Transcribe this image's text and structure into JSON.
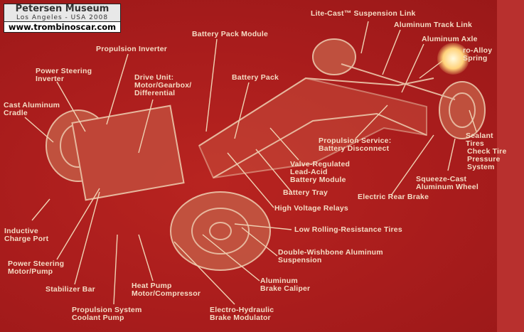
{
  "watermark": {
    "title": "Petersen Museum",
    "subtitle": "Los Angeles - USA 2008",
    "url": "www.trombinoscar.com"
  },
  "labels": {
    "lite_cast": "Lite-Cast™ Suspension Link",
    "track_link": "Aluminum Track Link",
    "axle": "Aluminum Axle",
    "spring": "ro-Alloy\nSpring",
    "battery_pack_module": "Battery Pack Module",
    "propulsion_inverter": "Propulsion Inverter",
    "power_steering_inverter": "Power Steering\nInverter",
    "drive_unit": "Drive Unit:\nMotor/Gearbox/\nDifferential",
    "battery_pack": "Battery Pack",
    "cast_cradle": "Cast Aluminum\nCradle",
    "propulsion_service": "Propulsion Service:\nBattery Disconnect",
    "sealant_tires": "Sealant\nTires",
    "check_tire": "Check Tire\nPressure\nSystem",
    "vrla": "Valve-Regulated\nLead-Acid\nBattery Module",
    "squeeze_cast": "Squeeze-Cast\nAluminum Wheel",
    "battery_tray": "Battery Tray",
    "rear_brake": "Electric Rear Brake",
    "hv_relays": "High Voltage Relays",
    "inductive": "Inductive\nCharge Port",
    "low_rolling": "Low Rolling-Resistance Tires",
    "double_wishbone": "Double-Wishbone Aluminum\nSuspension",
    "ps_motor": "Power Steering\nMotor/Pump",
    "stabilizer": "Stabilizer Bar",
    "heat_pump": "Heat Pump\nMotor/Compressor",
    "brake_caliper": "Aluminum\nBrake Caliper",
    "coolant_pump": "Propulsion System\nCoolant Pump",
    "brake_modulator": "Electro-Hydraulic\nBrake Modulator"
  },
  "colors": {
    "background": "#a81c1c",
    "ink": "#f4dcc4"
  }
}
